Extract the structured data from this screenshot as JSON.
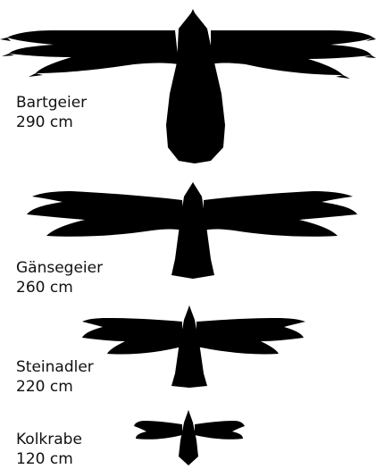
{
  "birds": [
    {
      "name": "Bartgeier",
      "wingspan": "290 cm",
      "silhouette_icon": "bearded-vulture-silhouette-icon"
    },
    {
      "name": "Gänsegeier",
      "wingspan": "260 cm",
      "silhouette_icon": "griffon-vulture-silhouette-icon"
    },
    {
      "name": "Steinadler",
      "wingspan": "220 cm",
      "silhouette_icon": "golden-eagle-silhouette-icon"
    },
    {
      "name": "Kolkrabe",
      "wingspan": "120 cm",
      "silhouette_icon": "common-raven-silhouette-icon"
    }
  ],
  "colors": {
    "silhouette": "#000000",
    "text": "#111111",
    "background": "#ffffff"
  }
}
